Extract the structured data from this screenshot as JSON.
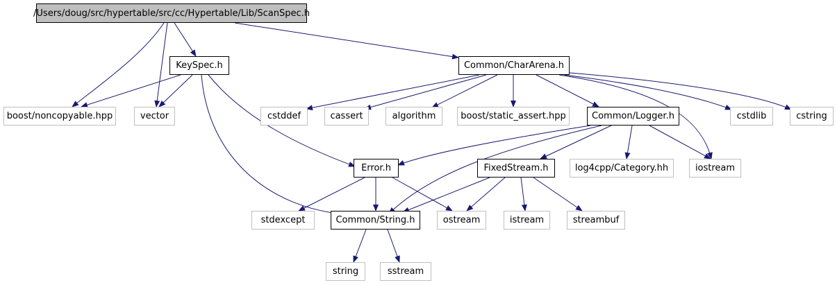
{
  "diagram": {
    "type": "include-dependency-graph",
    "colors": {
      "edge": "#191970",
      "root_fill": "#bfbfbf",
      "box_border": "#000000",
      "external_border": "#bfbfbf"
    },
    "nodes": {
      "root": {
        "label": "/Users/doug/src/hypertable/src/cc/Hypertable/Lib/ScanSpec.h",
        "kind": "root"
      },
      "keyspec": {
        "label": "KeySpec.h",
        "kind": "local"
      },
      "chararena": {
        "label": "Common/CharArena.h",
        "kind": "local"
      },
      "noncopyable": {
        "label": "boost/noncopyable.hpp",
        "kind": "external"
      },
      "vector": {
        "label": "vector",
        "kind": "external"
      },
      "cstddef": {
        "label": "cstddef",
        "kind": "external"
      },
      "cassert": {
        "label": "cassert",
        "kind": "external"
      },
      "algorithm": {
        "label": "algorithm",
        "kind": "external"
      },
      "static_assert": {
        "label": "boost/static_assert.hpp",
        "kind": "external"
      },
      "logger": {
        "label": "Common/Logger.h",
        "kind": "local"
      },
      "cstdlib": {
        "label": "cstdlib",
        "kind": "external"
      },
      "cstring": {
        "label": "cstring",
        "kind": "external"
      },
      "error": {
        "label": "Error.h",
        "kind": "local"
      },
      "fixedstream": {
        "label": "FixedStream.h",
        "kind": "local"
      },
      "category": {
        "label": "log4cpp/Category.hh",
        "kind": "external"
      },
      "iostream": {
        "label": "iostream",
        "kind": "external"
      },
      "stdexcept": {
        "label": "stdexcept",
        "kind": "external"
      },
      "commonstring": {
        "label": "Common/String.h",
        "kind": "local"
      },
      "ostream": {
        "label": "ostream",
        "kind": "external"
      },
      "istream": {
        "label": "istream",
        "kind": "external"
      },
      "streambuf": {
        "label": "streambuf",
        "kind": "external"
      },
      "string": {
        "label": "string",
        "kind": "external"
      },
      "sstream": {
        "label": "sstream",
        "kind": "external"
      }
    },
    "edges": [
      [
        "root",
        "noncopyable"
      ],
      [
        "root",
        "vector"
      ],
      [
        "root",
        "keyspec"
      ],
      [
        "root",
        "chararena"
      ],
      [
        "keyspec",
        "noncopyable"
      ],
      [
        "keyspec",
        "vector"
      ],
      [
        "keyspec",
        "error"
      ],
      [
        "keyspec",
        "commonstring"
      ],
      [
        "chararena",
        "cstddef"
      ],
      [
        "chararena",
        "cassert"
      ],
      [
        "chararena",
        "algorithm"
      ],
      [
        "chararena",
        "static_assert"
      ],
      [
        "chararena",
        "logger"
      ],
      [
        "chararena",
        "iostream"
      ],
      [
        "chararena",
        "cstdlib"
      ],
      [
        "chararena",
        "cstring"
      ],
      [
        "logger",
        "error"
      ],
      [
        "logger",
        "commonstring"
      ],
      [
        "logger",
        "fixedstream"
      ],
      [
        "logger",
        "category"
      ],
      [
        "logger",
        "iostream"
      ],
      [
        "error",
        "stdexcept"
      ],
      [
        "error",
        "commonstring"
      ],
      [
        "error",
        "ostream"
      ],
      [
        "fixedstream",
        "commonstring"
      ],
      [
        "fixedstream",
        "ostream"
      ],
      [
        "fixedstream",
        "istream"
      ],
      [
        "fixedstream",
        "streambuf"
      ],
      [
        "commonstring",
        "string"
      ],
      [
        "commonstring",
        "sstream"
      ]
    ]
  }
}
